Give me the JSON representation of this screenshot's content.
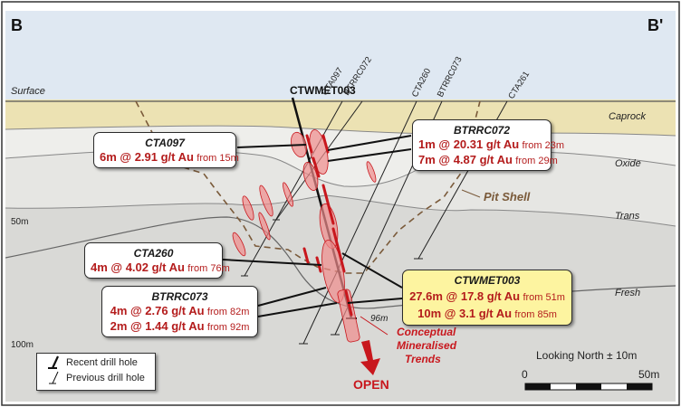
{
  "section": {
    "left_label": "B",
    "right_label": "B'"
  },
  "layers": {
    "surface": "Surface",
    "caprock": "Caprock",
    "oxide": "Oxide",
    "trans": "Trans",
    "fresh": "Fresh",
    "pit_shell": "Pit Shell"
  },
  "depths": {
    "d50": "50m",
    "d100": "100m",
    "d96": "96m"
  },
  "holes": {
    "ctwmet003": "CTWMET003",
    "cta097": "CTA097",
    "btrrc072": "BTRRC072",
    "cta260": "CTA260",
    "btrrc073": "BTRRC073",
    "cta261": "CTA261"
  },
  "callouts": {
    "cta097": {
      "title": "CTA097",
      "lines": [
        {
          "val": "6m @ 2.91 g/t Au",
          "from": "from 15m"
        }
      ]
    },
    "btrrc072": {
      "title": "BTRRC072",
      "lines": [
        {
          "val": "1m @ 20.31 g/t Au",
          "from": "from 23m"
        },
        {
          "val": "7m @ 4.87 g/t Au",
          "from": "from 29m"
        }
      ]
    },
    "cta260": {
      "title": "CTA260",
      "lines": [
        {
          "val": "4m @ 4.02 g/t Au",
          "from": "from 76m"
        }
      ]
    },
    "btrrc073": {
      "title": "BTRRC073",
      "lines": [
        {
          "val": "4m @ 2.76 g/t Au",
          "from": "from 82m"
        },
        {
          "val": "2m @ 1.44 g/t Au",
          "from": "from 92m"
        }
      ]
    },
    "ctwmet003": {
      "title": "CTWMET003",
      "lines": [
        {
          "val": "27.6m @ 17.8 g/t Au",
          "from": "from 51m"
        },
        {
          "val": "10m @ 3.1 g/t Au",
          "from": "from 85m"
        }
      ]
    }
  },
  "conceptual": {
    "line1": "Conceptual",
    "line2": "Mineralised",
    "line3": "Trends"
  },
  "open_label": "OPEN",
  "legend": {
    "recent": "Recent drill hole",
    "previous": "Previous drill hole"
  },
  "scale": {
    "looking": "Looking North ± 10m",
    "min": "0",
    "max": "50m"
  },
  "colors": {
    "caprock": "#ece2b3",
    "oxide": "#eeeeeb",
    "trans": "#e6e6e3",
    "fresh": "#d9d9d6",
    "accent": "#c8171d",
    "ore": "#f08c8c"
  }
}
